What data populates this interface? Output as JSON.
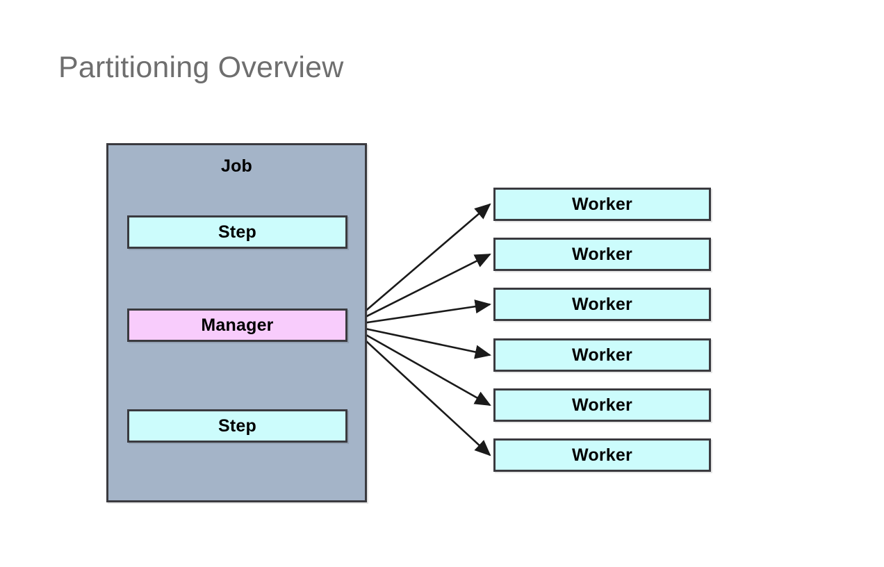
{
  "slide": {
    "title": "Partitioning Overview",
    "background_color": "#ffffff",
    "title_color": "#6e6e6e"
  },
  "diagram": {
    "type": "block-diagram",
    "job": {
      "label": "Job",
      "fill_color": "#a4b4c8",
      "border_color": "#3a3a3f",
      "nodes": [
        {
          "id": "step-top",
          "label": "Step",
          "fill_color": "#ccfcfc"
        },
        {
          "id": "manager",
          "label": "Manager",
          "fill_color": "#f8ccfc"
        },
        {
          "id": "step-bottom",
          "label": "Step",
          "fill_color": "#ccfcfc"
        }
      ]
    },
    "workers": {
      "fill_color": "#ccfcfc",
      "border_color": "#3a3a3f",
      "items": [
        {
          "label": "Worker"
        },
        {
          "label": "Worker"
        },
        {
          "label": "Worker"
        },
        {
          "label": "Worker"
        },
        {
          "label": "Worker"
        },
        {
          "label": "Worker"
        }
      ]
    },
    "connectors": {
      "color": "#1a1a1a",
      "flow": [
        {
          "from": "step-top",
          "to": "manager",
          "style": "arrow-down"
        },
        {
          "from": "manager",
          "to": "step-bottom",
          "style": "arrow-down"
        },
        {
          "from": "manager",
          "to": "worker-0",
          "style": "arrow-fan"
        },
        {
          "from": "manager",
          "to": "worker-1",
          "style": "arrow-fan"
        },
        {
          "from": "manager",
          "to": "worker-2",
          "style": "arrow-fan"
        },
        {
          "from": "manager",
          "to": "worker-3",
          "style": "arrow-fan"
        },
        {
          "from": "manager",
          "to": "worker-4",
          "style": "arrow-fan"
        },
        {
          "from": "manager",
          "to": "worker-5",
          "style": "arrow-fan"
        }
      ]
    }
  }
}
